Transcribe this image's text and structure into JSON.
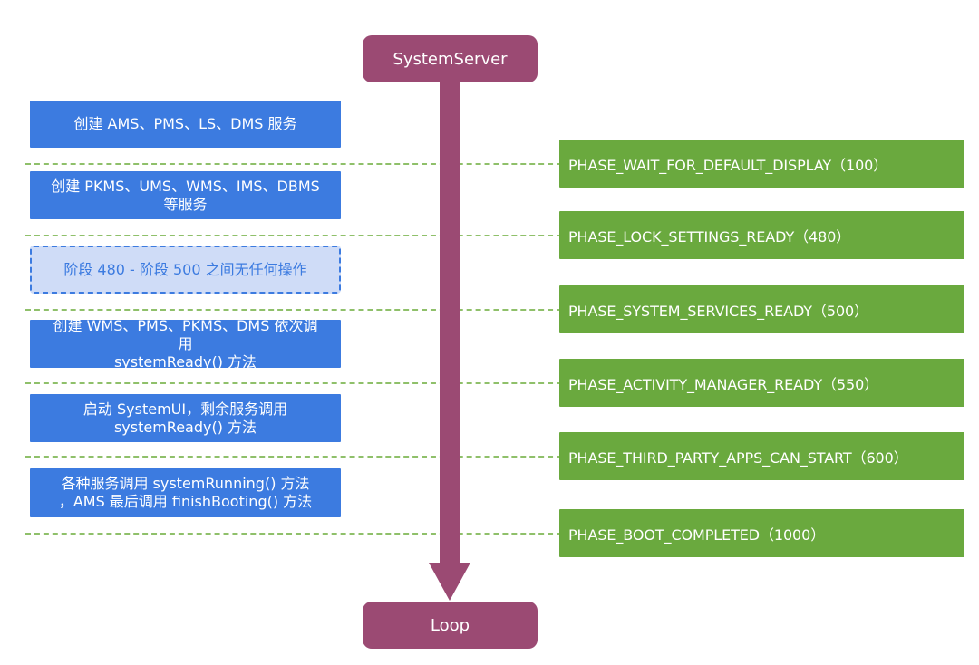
{
  "terminals": {
    "start": "SystemServer",
    "end": "Loop"
  },
  "left_steps": [
    "创建 AMS、PMS、LS、DMS 服务",
    "创建 PKMS、UMS、WMS、IMS、DBMS\n等服务",
    "阶段 480 - 阶段 500 之间无任何操作",
    "创建 WMS、PMS、PKMS、DMS 依次调用\nsystemReady() 方法",
    "启动 SystemUI，剩余服务调用\nsystemReady() 方法",
    "各种服务调用 systemRunning() 方法\n，AMS 最后调用 finishBooting() 方法"
  ],
  "phases": [
    "PHASE_WAIT_FOR_DEFAULT_DISPLAY（100）",
    "PHASE_LOCK_SETTINGS_READY（480）",
    "PHASE_SYSTEM_SERVICES_READY（500）",
    "PHASE_ACTIVITY_MANAGER_READY（550）",
    "PHASE_THIRD_PARTY_APPS_CAN_START（600）",
    "PHASE_BOOT_COMPLETED（1000）"
  ],
  "colors": {
    "step_box": "#3c7be0",
    "note_box_fill": "#cfdcf7",
    "phase_box": "#6aa93e",
    "terminal": "#9b4a73",
    "divider": "#8fc06a"
  }
}
